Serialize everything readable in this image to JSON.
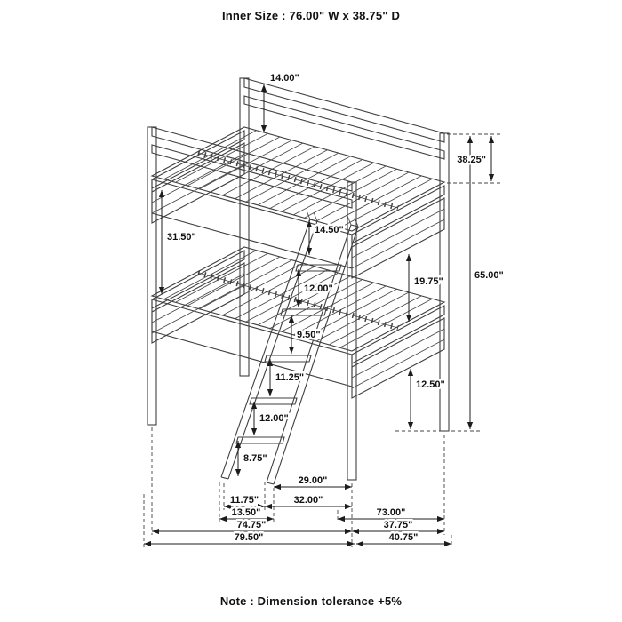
{
  "header": {
    "title": "Inner Size : 76.00\" W x  38.75\" D"
  },
  "footer": {
    "note": "Note : Dimension tolerance +5%"
  },
  "diagram": {
    "dimensions": {
      "guard_rail_height": "14.00\"",
      "top_bunk_depth": "38.25\"",
      "bunk_clearance_left": "31.50\"",
      "upper_rail_height": "14.50\"",
      "bunk_clearance_right": "19.75\"",
      "overall_height": "65.00\"",
      "ladder_step_1": "12.00\"",
      "ladder_step_2": "9.50\"",
      "ladder_step_3": "11.25\"",
      "ladder_step_4": "12.00\"",
      "ladder_step_5": "8.75\"",
      "under_bed_clearance": "12.50\"",
      "ladder_reach": "29.00\"",
      "ladder_width": "11.75\"",
      "ladder_span": "32.00\"",
      "ladder_base": "13.50\"",
      "length_inner": "73.00\"",
      "length_frame": "74.75\"",
      "depth_frame": "37.75\"",
      "length_overall": "79.50\"",
      "depth_overall": "40.75\""
    },
    "colors": {
      "line": "#3f3f3f",
      "dimension": "#1c1c1c",
      "text": "#111111"
    }
  }
}
